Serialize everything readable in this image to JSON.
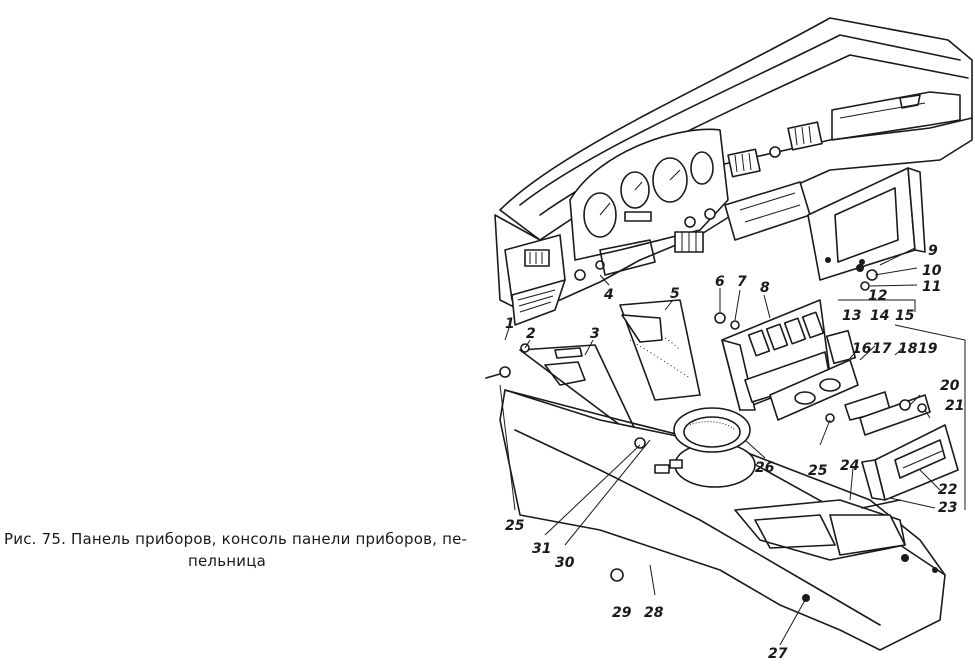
{
  "caption": {
    "line1": "Рис. 75. Панель приборов, консоль панели приборов, пе-",
    "line2": "пельница"
  },
  "callouts": [
    "1",
    "2",
    "3",
    "4",
    "5",
    "6",
    "7",
    "8",
    "9",
    "10",
    "11",
    "12",
    "13",
    "14",
    "15",
    "16",
    "17",
    "18",
    "19",
    "20",
    "21",
    "22",
    "23",
    "24",
    "25",
    "25",
    "26",
    "27",
    "28",
    "29",
    "30",
    "31"
  ]
}
